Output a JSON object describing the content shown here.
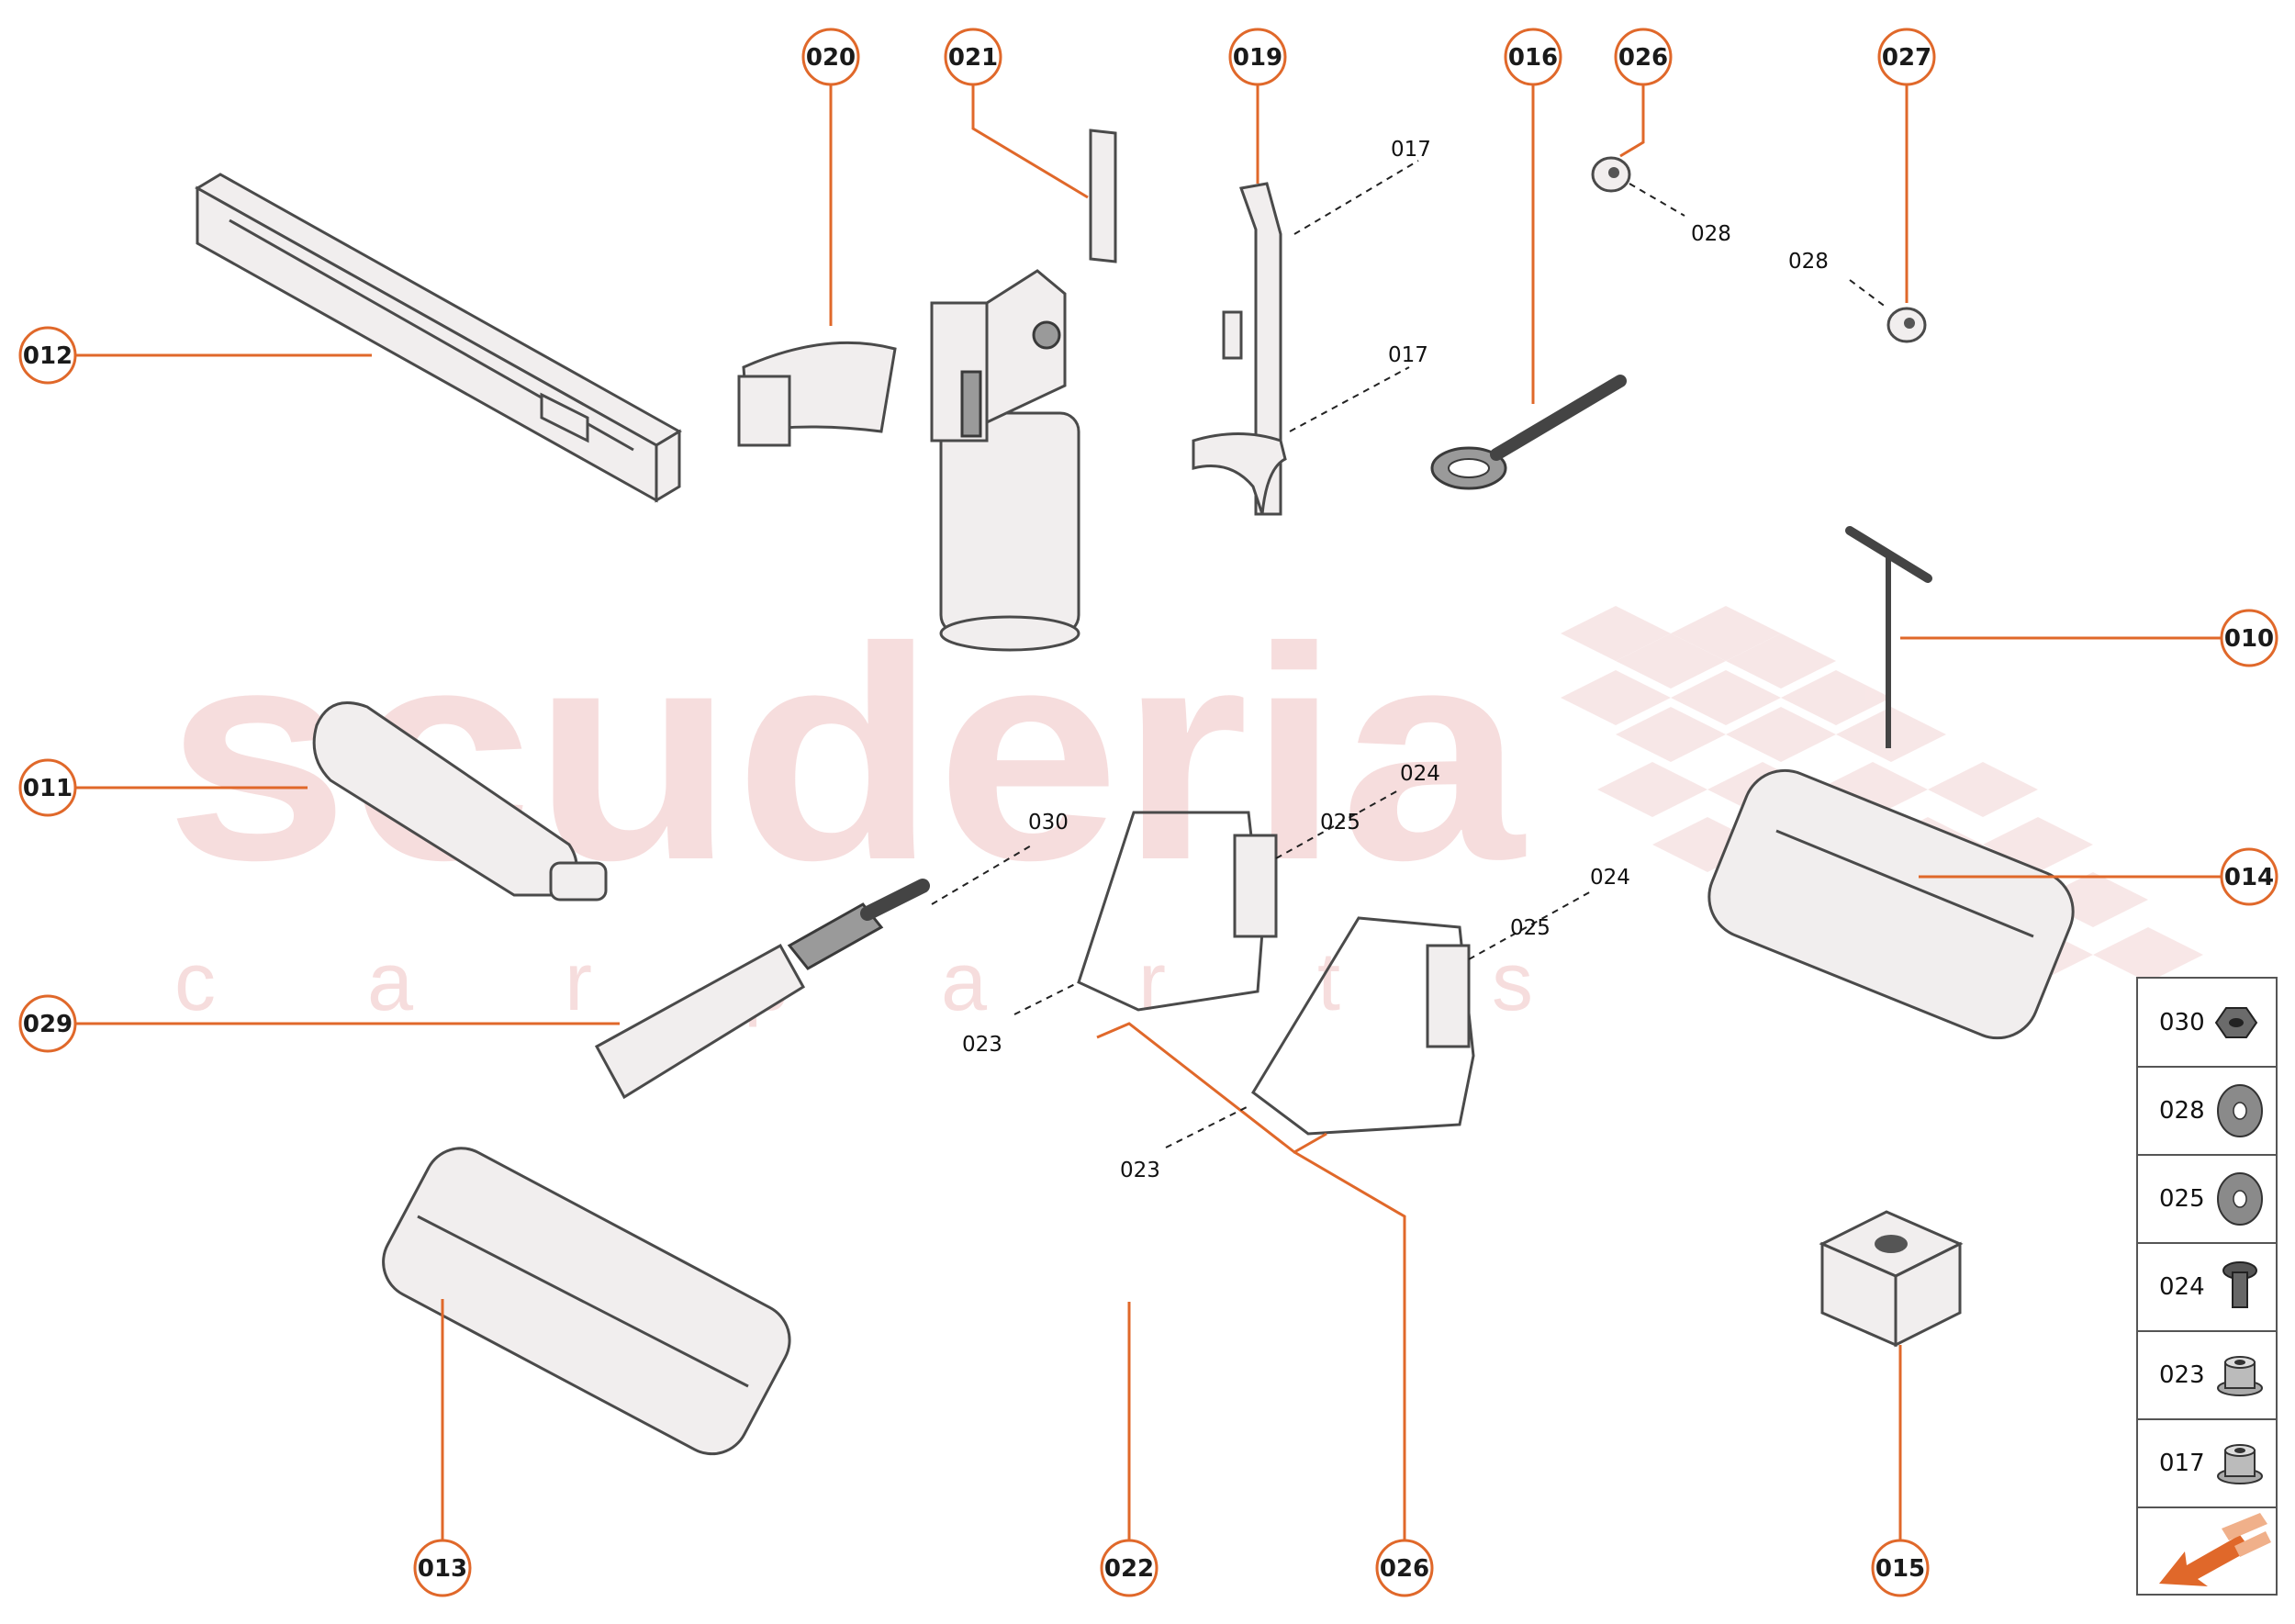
{
  "watermark": {
    "brand": "scuderia",
    "sub": "c a r   p a r t s"
  },
  "callouts": [
    {
      "id": "c020",
      "label": "020"
    },
    {
      "id": "c021",
      "label": "021"
    },
    {
      "id": "c019",
      "label": "019"
    },
    {
      "id": "c016",
      "label": "016"
    },
    {
      "id": "c026a",
      "label": "026"
    },
    {
      "id": "c027",
      "label": "027"
    },
    {
      "id": "c012",
      "label": "012"
    },
    {
      "id": "c010",
      "label": "010"
    },
    {
      "id": "c011",
      "label": "011"
    },
    {
      "id": "c014",
      "label": "014"
    },
    {
      "id": "c029",
      "label": "029"
    },
    {
      "id": "c013",
      "label": "013"
    },
    {
      "id": "c022",
      "label": "022"
    },
    {
      "id": "c026b",
      "label": "026"
    },
    {
      "id": "c015",
      "label": "015"
    }
  ],
  "refs": {
    "r017a": "017",
    "r017b": "017",
    "r028a": "028",
    "r028b": "028",
    "r030": "030",
    "r024a": "024",
    "r025a": "025",
    "r024b": "024",
    "r025b": "025",
    "r023a": "023",
    "r023b": "023"
  },
  "legend": [
    {
      "code": "030",
      "icon": "hex-nut-icon"
    },
    {
      "code": "028",
      "icon": "washer-icon"
    },
    {
      "code": "025",
      "icon": "washer-icon"
    },
    {
      "code": "024",
      "icon": "bolt-icon"
    },
    {
      "code": "023",
      "icon": "flange-nut-icon"
    },
    {
      "code": "017",
      "icon": "flange-nut-icon"
    }
  ],
  "legend_footer_icon": "arrow-icon",
  "colors": {
    "accent": "#e0682a",
    "watermark": "#f2cccc"
  }
}
